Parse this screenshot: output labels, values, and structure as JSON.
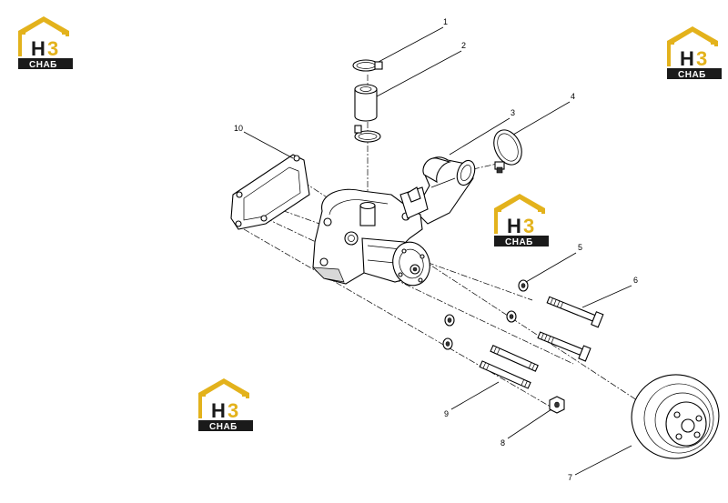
{
  "diagram": {
    "callouts": [
      "1",
      "2",
      "3",
      "4",
      "5",
      "6",
      "7",
      "8",
      "9",
      "10"
    ]
  },
  "watermark": {
    "letter_h": "H",
    "letter_3": "3",
    "subtext": "СНАБ",
    "colors": {
      "accent": "#e3b21c",
      "dark": "#1a1a1a"
    }
  }
}
